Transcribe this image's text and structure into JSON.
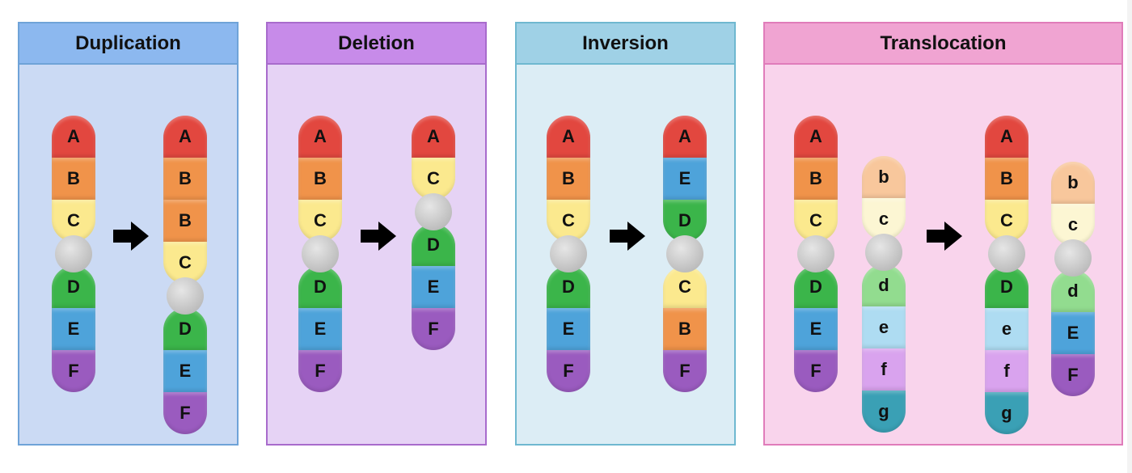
{
  "colors": {
    "red": "#e2473f",
    "orange": "#f0934a",
    "yellow": "#fbe98e",
    "green": "#3bb54a",
    "blue": "#4ea3da",
    "purple": "#9a5bbf",
    "peach": "#f8c79c",
    "cream": "#fcf6d3",
    "lightgreen": "#92dc8f",
    "lightblue": "#aedcf2",
    "lilac": "#d9a3ee",
    "teal": "#3aa0b5"
  },
  "panels": [
    {
      "id": "duplication",
      "title": "Duplication",
      "bg": "#cbdaf4",
      "header_bg": "#8cb8ef",
      "border": "#6fa3d8",
      "chromosomes": [
        {
          "name": "original",
          "segments": [
            {
              "label": "A",
              "color": "red"
            },
            {
              "label": "B",
              "color": "orange"
            },
            {
              "label": "C",
              "color": "yellow"
            },
            {
              "centromere": true
            },
            {
              "label": "D",
              "color": "green"
            },
            {
              "label": "E",
              "color": "blue"
            },
            {
              "label": "F",
              "color": "purple"
            }
          ]
        },
        {
          "name": "mutated",
          "segments": [
            {
              "label": "A",
              "color": "red"
            },
            {
              "label": "B",
              "color": "orange"
            },
            {
              "label": "B",
              "color": "orange"
            },
            {
              "label": "C",
              "color": "yellow"
            },
            {
              "centromere": true
            },
            {
              "label": "D",
              "color": "green"
            },
            {
              "label": "E",
              "color": "blue"
            },
            {
              "label": "F",
              "color": "purple"
            }
          ]
        }
      ]
    },
    {
      "id": "deletion",
      "title": "Deletion",
      "bg": "#e6d3f5",
      "header_bg": "#c78be9",
      "border": "#a86bcc",
      "chromosomes": [
        {
          "name": "original",
          "segments": [
            {
              "label": "A",
              "color": "red"
            },
            {
              "label": "B",
              "color": "orange"
            },
            {
              "label": "C",
              "color": "yellow"
            },
            {
              "centromere": true
            },
            {
              "label": "D",
              "color": "green"
            },
            {
              "label": "E",
              "color": "blue"
            },
            {
              "label": "F",
              "color": "purple"
            }
          ]
        },
        {
          "name": "mutated",
          "segments": [
            {
              "label": "A",
              "color": "red"
            },
            {
              "label": "C",
              "color": "yellow"
            },
            {
              "centromere": true
            },
            {
              "label": "D",
              "color": "green"
            },
            {
              "label": "E",
              "color": "blue"
            },
            {
              "label": "F",
              "color": "purple"
            }
          ]
        }
      ]
    },
    {
      "id": "inversion",
      "title": "Inversion",
      "bg": "#dcedf5",
      "header_bg": "#9fd1e6",
      "border": "#6fb8d0",
      "chromosomes": [
        {
          "name": "original",
          "segments": [
            {
              "label": "A",
              "color": "red"
            },
            {
              "label": "B",
              "color": "orange"
            },
            {
              "label": "C",
              "color": "yellow"
            },
            {
              "centromere": true
            },
            {
              "label": "D",
              "color": "green"
            },
            {
              "label": "E",
              "color": "blue"
            },
            {
              "label": "F",
              "color": "purple"
            }
          ]
        },
        {
          "name": "mutated",
          "segments": [
            {
              "label": "A",
              "color": "red"
            },
            {
              "label": "E",
              "color": "blue"
            },
            {
              "label": "D",
              "color": "green"
            },
            {
              "centromere": true
            },
            {
              "label": "C",
              "color": "yellow"
            },
            {
              "label": "B",
              "color": "orange"
            },
            {
              "label": "F",
              "color": "purple"
            }
          ]
        }
      ]
    },
    {
      "id": "translocation",
      "title": "Translocation",
      "bg": "#f9d4ec",
      "header_bg": "#f0a4d2",
      "border": "#e07cba",
      "chromosomes": [
        {
          "name": "original-1",
          "segments": [
            {
              "label": "A",
              "color": "red"
            },
            {
              "label": "B",
              "color": "orange"
            },
            {
              "label": "C",
              "color": "yellow"
            },
            {
              "centromere": true
            },
            {
              "label": "D",
              "color": "green"
            },
            {
              "label": "E",
              "color": "blue"
            },
            {
              "label": "F",
              "color": "purple"
            }
          ]
        },
        {
          "name": "original-2",
          "segments": [
            {
              "label": "b",
              "color": "peach"
            },
            {
              "label": "c",
              "color": "cream"
            },
            {
              "centromere": true
            },
            {
              "label": "d",
              "color": "lightgreen"
            },
            {
              "label": "e",
              "color": "lightblue"
            },
            {
              "label": "f",
              "color": "lilac"
            },
            {
              "label": "g",
              "color": "teal"
            }
          ]
        },
        {
          "name": "mutated-1",
          "segments": [
            {
              "label": "A",
              "color": "red"
            },
            {
              "label": "B",
              "color": "orange"
            },
            {
              "label": "C",
              "color": "yellow"
            },
            {
              "centromere": true
            },
            {
              "label": "D",
              "color": "green"
            },
            {
              "label": "e",
              "color": "lightblue"
            },
            {
              "label": "f",
              "color": "lilac"
            },
            {
              "label": "g",
              "color": "teal"
            }
          ]
        },
        {
          "name": "mutated-2",
          "segments": [
            {
              "label": "b",
              "color": "peach"
            },
            {
              "label": "c",
              "color": "cream"
            },
            {
              "centromere": true
            },
            {
              "label": "d",
              "color": "lightgreen"
            },
            {
              "label": "E",
              "color": "blue"
            },
            {
              "label": "F",
              "color": "purple"
            }
          ]
        }
      ]
    }
  ],
  "arrow_icon": "right-arrow-icon"
}
